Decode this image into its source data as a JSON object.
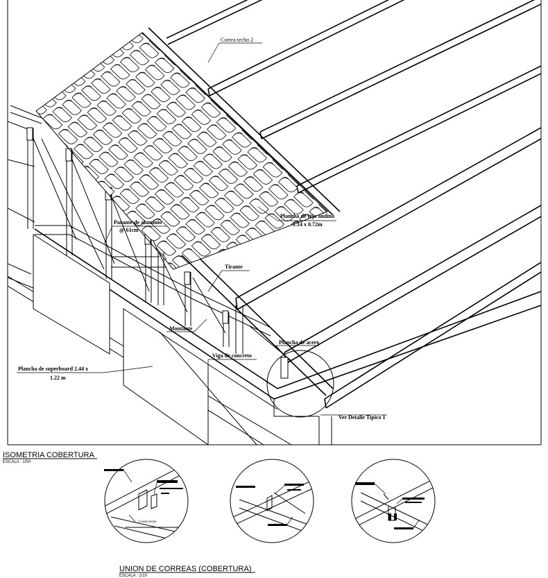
{
  "main_view": {
    "labels": {
      "correa": "Correa techo 2",
      "plancha_teja": "Plancha de teja andina",
      "plancha_teja_dim": "1.14 x 0.72m",
      "parante": "Parante de aluminio",
      "parante_dim": "@ 61cm",
      "tirante": "Tirante",
      "montante": "Montante",
      "plancha_acero": "Plancha de acero",
      "viga": "Viga de concreto",
      "superboard": "Plancha de superboard 2.44  x",
      "superboard_dim": "1.22 m",
      "ver_detalle": "Ver Detalle Tipico 1"
    },
    "title": "ISOMETRIA COBERTURA",
    "scale": "ESCALA  :  1/50"
  },
  "details": {
    "title": "UNION DE CORREAS (COBERTURA)",
    "scale": "ESCALA  :  1/10",
    "detail_1": {
      "label_bottom": "Correa techo"
    }
  }
}
